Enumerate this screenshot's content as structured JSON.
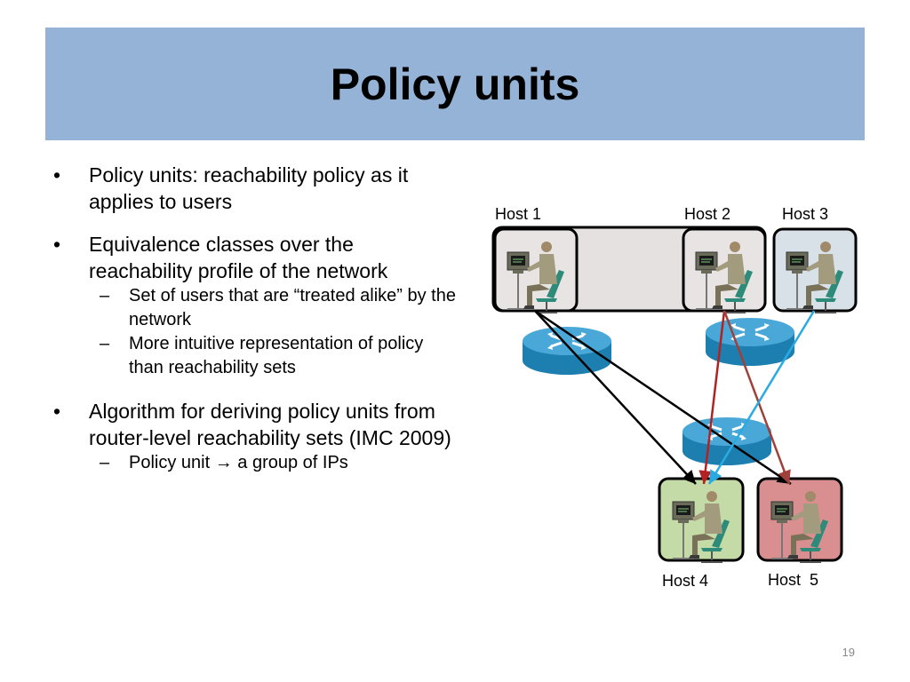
{
  "slide": {
    "title": "Policy units",
    "page_number": "19"
  },
  "bullets": [
    {
      "text": "Policy units: reachability policy as it applies to users",
      "subs": []
    },
    {
      "text": "Equivalence classes over the reachability profile of the network",
      "subs": [
        "Set of users that are “treated alike” by the network",
        "More intuitive representation of policy than reachability sets"
      ]
    },
    {
      "text": "Algorithm for deriving policy units from router-level reachability sets (IMC 2009)",
      "subs": [
        "Policy unit → a group of IPs"
      ]
    }
  ],
  "diagram": {
    "hosts": [
      "Host 1",
      "Host 2",
      "Host 3",
      "Host 4",
      "Host  5"
    ],
    "host_colors": {
      "host1": "#e8e4e4",
      "host2": "#e8e4e4",
      "host3": "#d9e1e8",
      "host4": "#c4dba8",
      "host5": "#d98f8f",
      "group": "#e6e1e1"
    },
    "link_colors": {
      "black": "#000000",
      "red": "#b22222",
      "brown": "#a0403a",
      "blue": "#29abe2"
    },
    "icons": [
      "person-at-computer-icon",
      "router-icon"
    ]
  }
}
